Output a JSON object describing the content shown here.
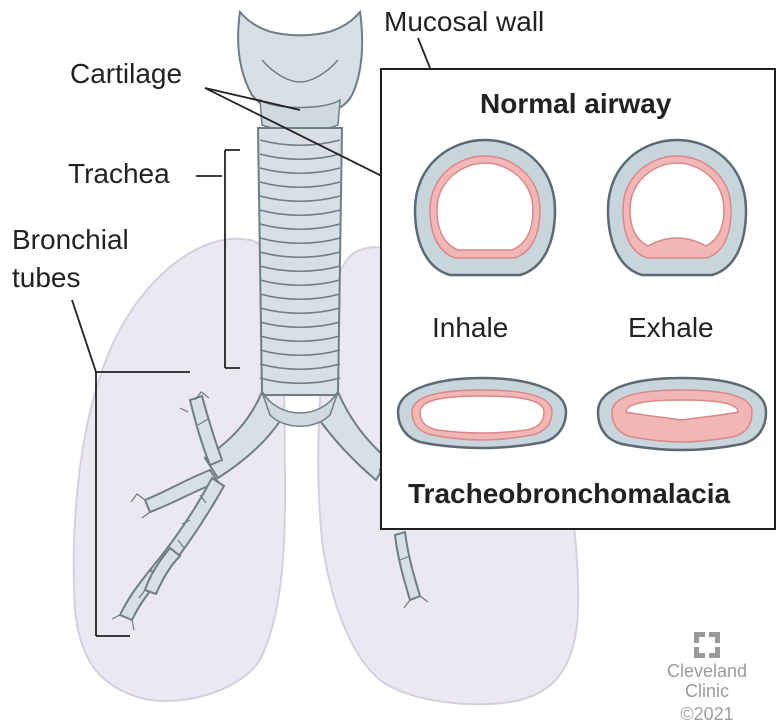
{
  "labels": {
    "mucosal_wall": "Mucosal wall",
    "cartilage": "Cartilage",
    "trachea": "Trachea",
    "bronchial_line1": "Bronchial",
    "bronchial_line2": "tubes",
    "normal_airway": "Normal airway",
    "inhale": "Inhale",
    "exhale": "Exhale",
    "condition": "Tracheobronchomalacia"
  },
  "logo": {
    "line1": "Cleveland",
    "line2": "Clinic",
    "copyright": "©2021"
  },
  "colors": {
    "lung_fill": "#ece8f1",
    "lung_stroke": "#d6cfe0",
    "airway_fill": "#d8e0e6",
    "airway_stroke": "#6f7d87",
    "ring_outer": "#c9d5dd",
    "ring_inner": "#f3b6b6",
    "ring_stroke": "#5b6a74",
    "text": "#222222",
    "logo_gray": "#9a9a9a"
  }
}
